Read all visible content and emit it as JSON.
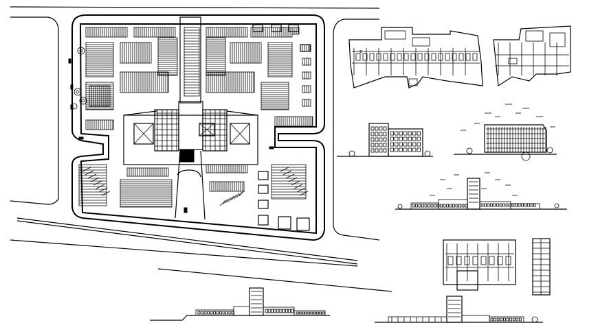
{
  "drawing": {
    "background": "#ffffff",
    "ink": "#000000",
    "accent": "#2e8b2e",
    "sheets": [
      {
        "kind": "site-plan"
      },
      {
        "kind": "floor-plan"
      },
      {
        "kind": "floor-plan"
      },
      {
        "kind": "elevation"
      },
      {
        "kind": "elevation"
      },
      {
        "kind": "elevation"
      },
      {
        "kind": "floor-plan"
      },
      {
        "kind": "floor-plan"
      },
      {
        "kind": "elevation"
      },
      {
        "kind": "elevation"
      }
    ]
  }
}
